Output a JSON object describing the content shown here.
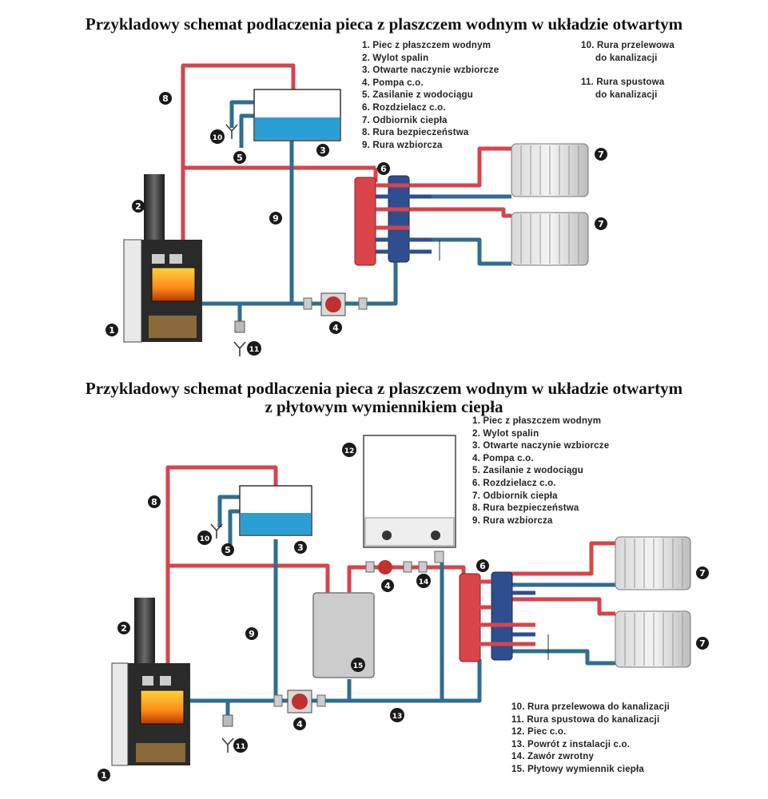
{
  "titles": {
    "top": "Przykladowy schemat podlaczenia pieca z plaszczem wodnym w układzie otwartym",
    "bottom_line1": "Przykladowy schemat podlaczenia pieca z plaszczem wodnym w układzie otwartym",
    "bottom_line2": "z płytowym wymiennikiem ciepła"
  },
  "legend_top_a": [
    "1. Piec z płaszczem wodnym",
    "2. Wylot spalin",
    "3. Otwarte naczynie wzbiorcze",
    "4. Pompa c.o.",
    "5. Zasilanie z wodociągu",
    "6. Rozdzielacz c.o.",
    "7. Odbiornik ciepła",
    "8. Rura bezpieczeństwa",
    "9. Rura wzbiorcza"
  ],
  "legend_top_b": [
    "10. Rura przelewowa",
    "do kanalizacji",
    "",
    "11. Rura spustowa",
    "do kanalizacji"
  ],
  "legend_bottom_a": [
    "1. Piec z płaszczem wodnym",
    "2. Wylot spalin",
    "3. Otwarte naczynie wzbiorcze",
    "4. Pompa c.o.",
    "5. Zasilanie z wodociągu",
    "6. Rozdzielacz c.o.",
    "7. Odbiornik ciepła",
    "8. Rura bezpieczeństwa",
    "9. Rura wzbiorcza"
  ],
  "legend_bottom_b": [
    "10. Rura przelewowa do kanalizacji",
    "11. Rura spustowa do kanalizacji",
    "12. Piec c.o.",
    "13. Powrót z instalacji c.o.",
    "14. Zawór zwrotny",
    "15. Płytowy wymiennik ciepła"
  ],
  "markers": {
    "n1": "1",
    "n2": "2",
    "n3": "3",
    "n4": "4",
    "n5": "5",
    "n6": "6",
    "n7": "7",
    "n8": "8",
    "n9": "9",
    "n10": "10",
    "n11": "11",
    "n12": "12",
    "n13": "13",
    "n14": "14",
    "n15": "15"
  },
  "colors": {
    "supply_pipe": "#d9434a",
    "return_pipe": "#2f6e8f",
    "water": "#2a9fd6",
    "marker": "#1a1a1a",
    "heat_exchanger": "#cccccc"
  }
}
